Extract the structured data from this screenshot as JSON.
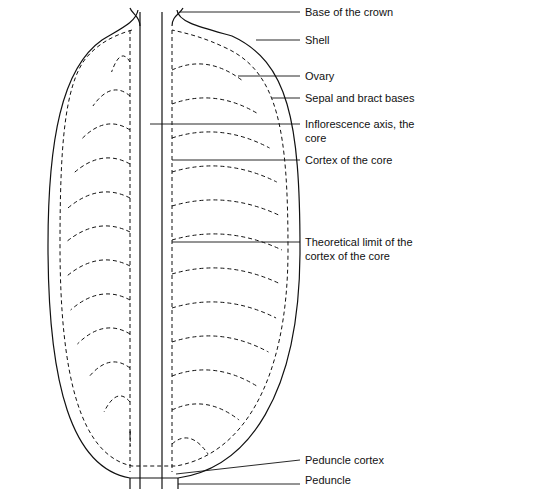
{
  "diagram": {
    "labels": [
      "Base of the crown",
      "Shell",
      "Ovary",
      "Sepal and bract bases",
      "Inflorescence axis, the core",
      "Cortex of the core",
      "Theoretical limit of the cortex of the core",
      "Peduncle cortex",
      "Peduncle"
    ]
  }
}
